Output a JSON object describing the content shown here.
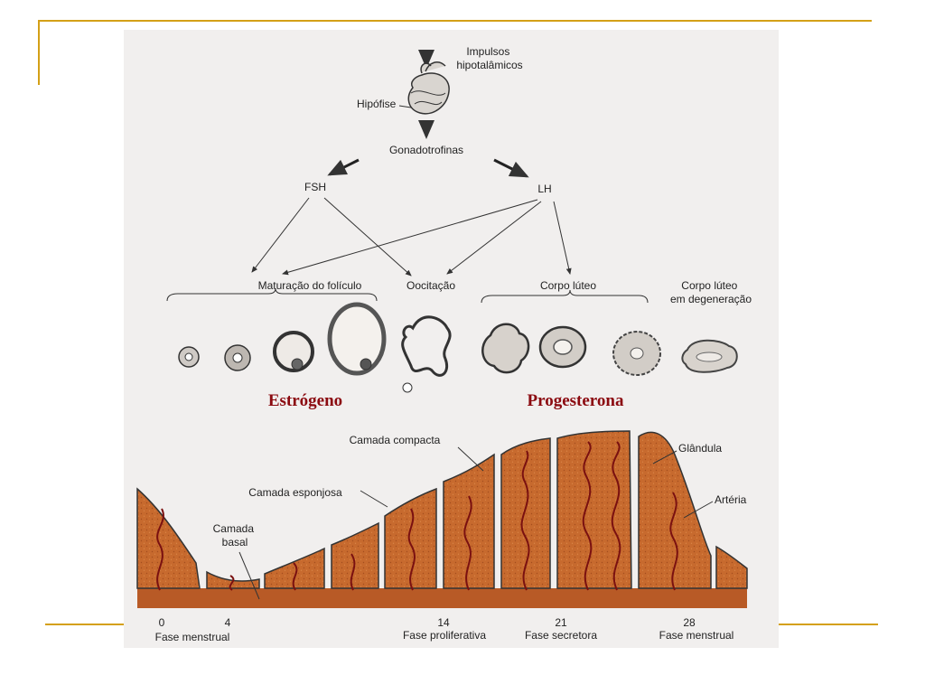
{
  "diagram": {
    "hypothalamus_label": "Impulsos hipotalâmicos",
    "hypophysis_label": "Hipófise",
    "gonadotropins_label": "Gonadotrofinas",
    "fsh_label": "FSH",
    "lh_label": "LH",
    "follicle_maturation_label": "Maturação do folículo",
    "ovulation_label": "Oocitação",
    "corpus_luteum_label": "Corpo lúteo",
    "degenerating_cl_label": "Corpo lúteo em degeneração",
    "estrogen_label": "Estrógeno",
    "progesterone_label": "Progesterona",
    "compact_layer_label": "Camada compacta",
    "spongy_layer_label": "Camada esponjosa",
    "basal_layer_label": "Camada basal",
    "gland_label": "Glândula",
    "artery_label": "Artéria",
    "day_ticks": [
      "0",
      "4",
      "14",
      "21",
      "28"
    ],
    "phases": [
      "Fase menstrual",
      "Fase proliferativa",
      "Fase secretora",
      "Fase menstrual"
    ],
    "colors": {
      "accent_rule": "#d4a017",
      "hormone_text": "#8b0a10",
      "endometrium": "#c76a2e"
    }
  }
}
